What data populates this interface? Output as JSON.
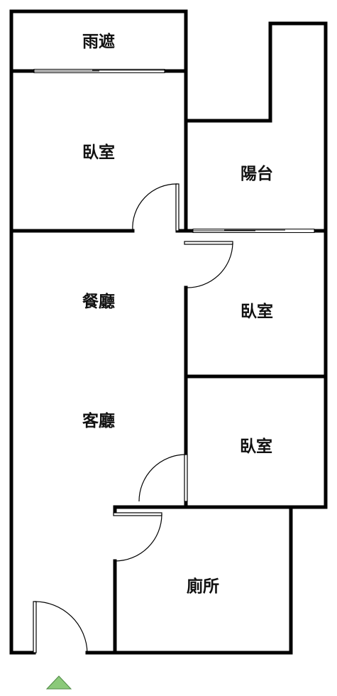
{
  "rooms": {
    "canopy": "雨遮",
    "bedroom_top": "臥室",
    "balcony": "陽台",
    "dining": "餐廳",
    "bedroom_mid": "臥室",
    "living": "客廳",
    "bedroom_bottom": "臥室",
    "bathroom": "廁所"
  },
  "colors": {
    "wall": "#000000",
    "entrance_marker": "#8bc97a"
  },
  "icons": {
    "entrance": "triangle-up-icon"
  }
}
